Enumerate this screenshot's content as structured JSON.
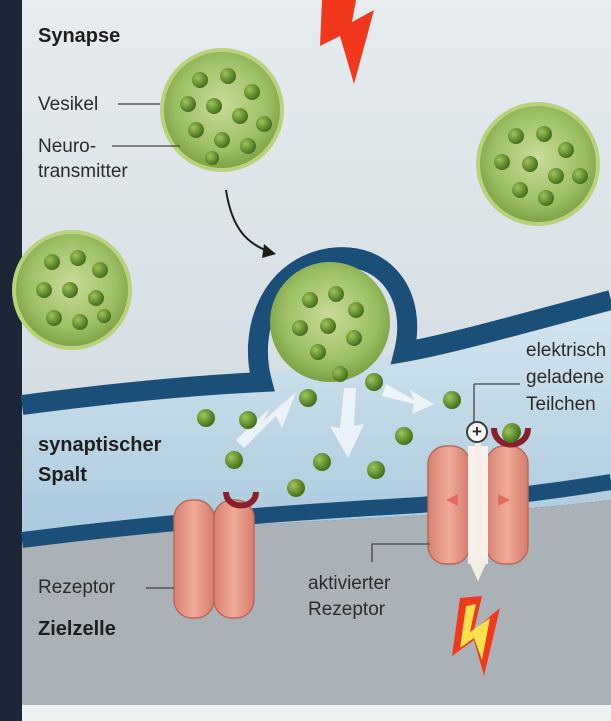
{
  "figure": {
    "title": "Synapse",
    "labels": {
      "vesicle": "Vesikel",
      "neurotransmitter_line1": "Neuro-",
      "neurotransmitter_line2": "transmitter",
      "charged_line1": "elektrisch",
      "charged_line2": "geladene",
      "charged_line3": "Teilchen",
      "cleft_line1": "synaptischer",
      "cleft_line2": "Spalt",
      "receptor": "Rezeptor",
      "active_receptor_line1": "aktivierter",
      "active_receptor_line2": "Rezeptor",
      "target_cell": "Zielzelle",
      "charge_symbol": "+"
    }
  },
  "colors": {
    "presynaptic": "#dfe6ea",
    "cleft": "#bcd6e6",
    "postsynaptic": "#a9b1b6",
    "membrane": "#1b4f78",
    "vesicle": "#8fb458",
    "neurotransmitter": "#4f7a1e",
    "receptor": "#e29685",
    "receptor_cap": "#8a1f2c",
    "lightning": "#f2381c",
    "lightning_core": "#fde04a"
  }
}
